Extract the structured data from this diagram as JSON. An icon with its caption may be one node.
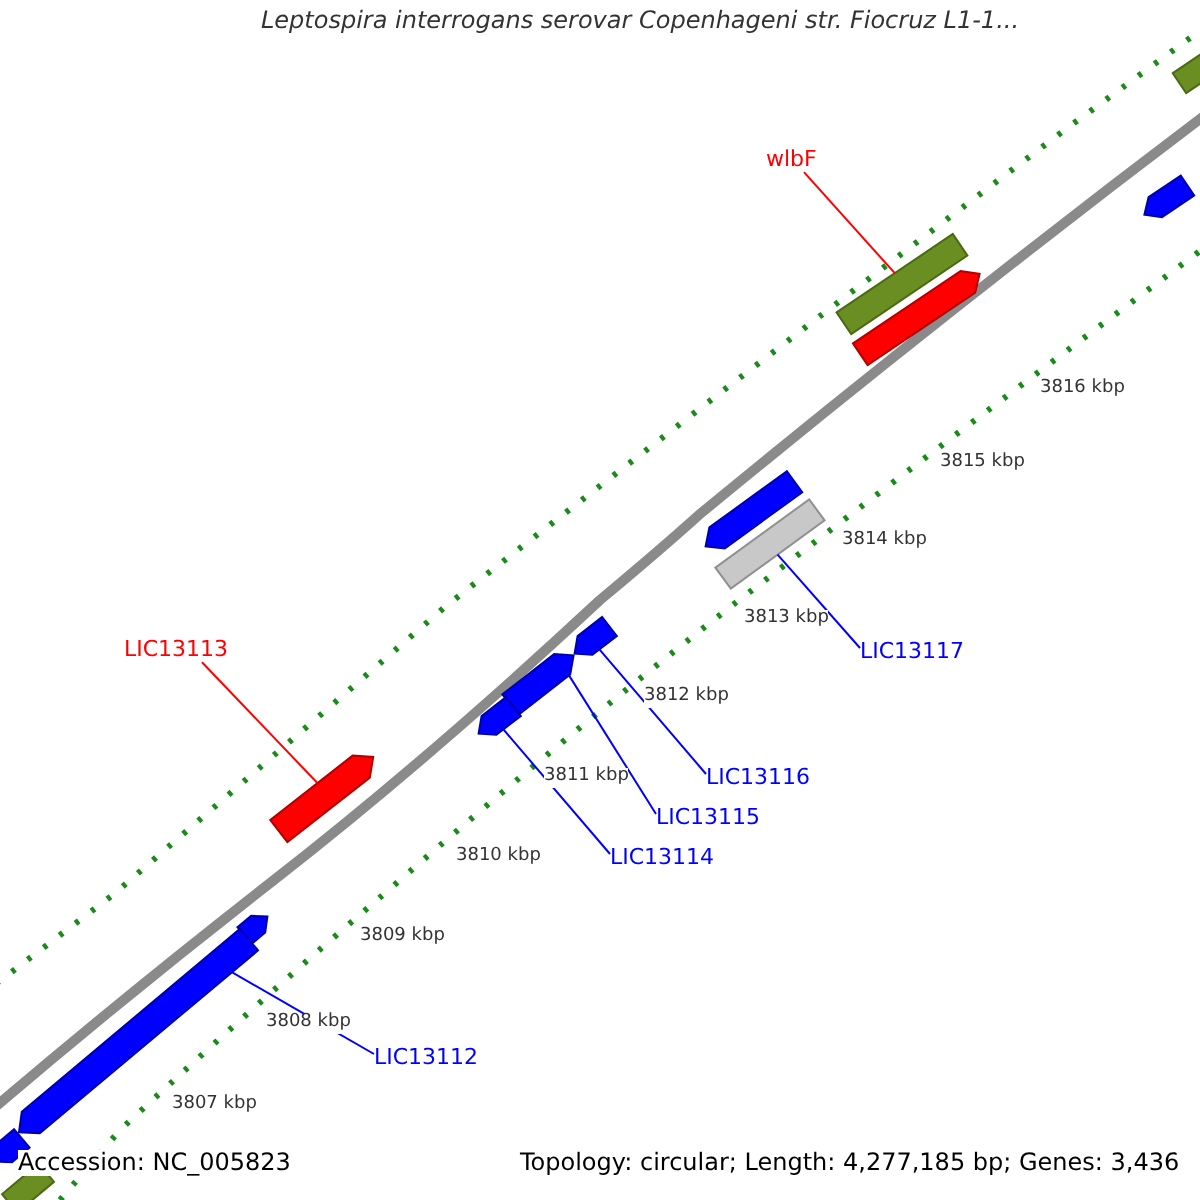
{
  "diagram": {
    "title": "Leptospira interrogans serovar Copenhageni str. Fiocruz L1-1...",
    "nodes": [
      {
        "text": [
          "wlbF"
        ]
      },
      {
        "text": [],
        "shape": "bar"
      },
      {
        "text": [
          "LIC13117"
        ]
      },
      {
        "text": [],
        "shape": "bar"
      },
      {
        "text": [
          "LIC13113"
        ]
      },
      {
        "text": [],
        "shape": "arrow"
      },
      {
        "text": [
          "LIC13116"
        ]
      },
      {
        "text": [],
        "shape": "arrow"
      },
      {
        "text": [
          "LIC13115"
        ]
      },
      {
        "text": [],
        "shape": "arrow"
      },
      {
        "text": [
          "LIC13114"
        ]
      },
      {
        "text": [],
        "shape": "arrow"
      },
      {
        "text": [
          "LIC13112"
        ]
      },
      {
        "text": [],
        "shape": "arrow"
      }
    ],
    "edges": [
      {
        "from": 0,
        "to": 1,
        "arrow": "none",
        "color": "#ff0000"
      },
      {
        "from": 2,
        "to": 3,
        "arrow": "none"
      },
      {
        "from": 4,
        "to": 5,
        "arrow": "none",
        "color": "#ff0000"
      },
      {
        "from": 6,
        "to": 7,
        "arrow": "none"
      },
      {
        "from": 8,
        "to": 9,
        "arrow": "none"
      },
      {
        "from": 10,
        "to": 11,
        "arrow": "none"
      },
      {
        "from": 12,
        "to": 13,
        "arrow": "none"
      }
    ],
    "labels": [
      "3816 kbp",
      "3815 kbp",
      "3814 kbp",
      "3813 kbp",
      "3812 kbp",
      "3811 kbp",
      "3810 kbp",
      "3809 kbp",
      "3808 kbp",
      "3807 kbp",
      "Accession: NC_005823",
      "Topology: circular; Length: 4,277,185 bp; Genes: 3,436"
    ]
  }
}
